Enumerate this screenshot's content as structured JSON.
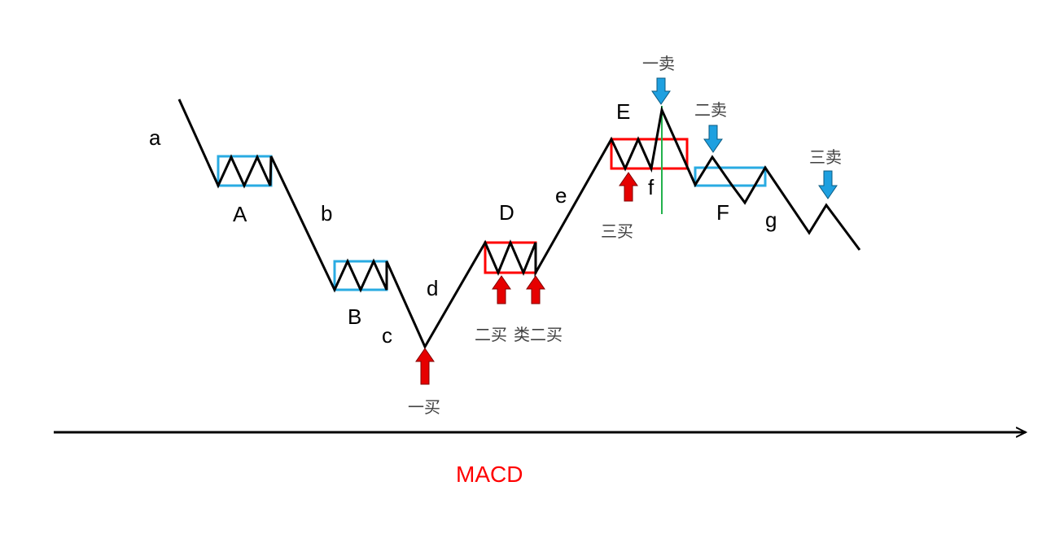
{
  "colors": {
    "price_line": "#000000",
    "down_pivot_box": "#29abe2",
    "up_pivot_box": "#ff0000",
    "buy_arrow": "#e60000",
    "sell_arrow": "#1ea0e0",
    "divider": "#22b14c",
    "macd_text": "#ff0000",
    "axis": "#000000"
  },
  "segment_labels": {
    "a": "a",
    "A": "A",
    "b": "b",
    "B": "B",
    "c": "c",
    "d": "d",
    "D": "D",
    "e": "e",
    "E": "E",
    "f": "f",
    "F": "F",
    "g": "g"
  },
  "signals": {
    "buy1": "一买",
    "buy2": "二买",
    "buy2_similar": "类二买",
    "buy3": "三买",
    "sell1": "一卖",
    "sell2": "二卖",
    "sell3": "三卖"
  },
  "axis_label": "MACD"
}
